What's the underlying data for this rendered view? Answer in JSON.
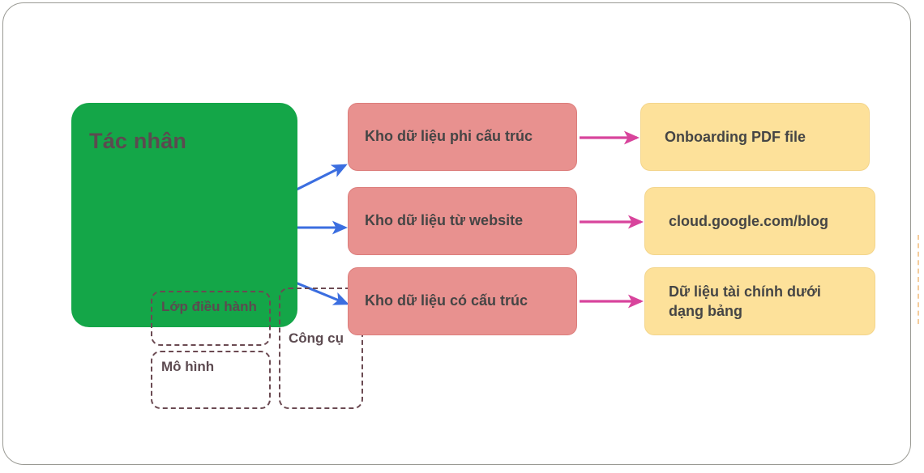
{
  "diagram": {
    "title": "Tác nhân",
    "agent": {
      "label": "Tác nhân",
      "subcomponents": [
        {
          "id": "orchestration",
          "label": "Lớp điều hành"
        },
        {
          "id": "model",
          "label": "Mô hình"
        },
        {
          "id": "tools",
          "label": "Công cụ"
        }
      ],
      "fill_color": "#14a648",
      "text_color": "#5c4a50"
    },
    "stores": [
      {
        "id": "unstructured",
        "label": "Kho dữ liệu phi cấu trúc"
      },
      {
        "id": "website",
        "label": "Kho dữ liệu từ website"
      },
      {
        "id": "structured",
        "label": "Kho dữ liệu có cấu trúc"
      }
    ],
    "sources": [
      {
        "id": "pdf",
        "label": "Onboarding PDF file"
      },
      {
        "id": "blog",
        "label": "cloud.google.com/blog"
      },
      {
        "id": "tabular",
        "label": "Dữ liệu tài chính dưới dạng bảng"
      }
    ],
    "colors": {
      "agent_green": "#14a648",
      "store_red": "#e8918f",
      "store_border": "#dc7d7b",
      "source_yellow": "#fde19a",
      "source_border": "#f3d58c",
      "arrow_blue": "#3b6ee0",
      "arrow_pink": "#d8449c",
      "dashed_outline": "#6b4a52",
      "body_text": "#454545",
      "frame_border": "#9a9a94",
      "guide_orange": "#f3c48a"
    },
    "arrows": {
      "tools_to_store_count": 3,
      "store_to_source_count": 3
    }
  }
}
